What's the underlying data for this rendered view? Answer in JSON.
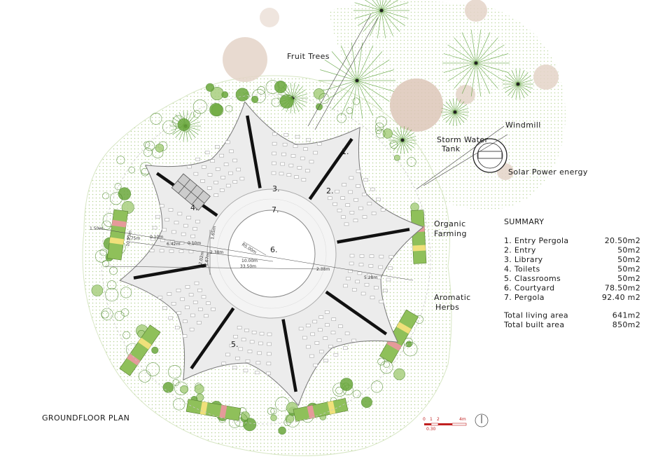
{
  "labels": {
    "fruit_trees": "Fruit Trees",
    "windmill": "Windmill",
    "storm_water_line1": "Storm Water",
    "storm_water_line2": "Tank",
    "solar": "Solar Power energy",
    "organic_line1": "Organic",
    "organic_line2": "Farming",
    "aromatic_line1": "Aromatic",
    "aromatic_line2": "Herbs",
    "plan_title": "GROUNDFLOOR PLAN"
  },
  "rooms": {
    "r1": "1.",
    "r2": "2.",
    "r3": "3.",
    "r4": "4.",
    "r5": "5.",
    "r6": "6.",
    "r7": "7."
  },
  "dimensions": {
    "d_1_50": "1.50m",
    "d_2_75": "2.75m",
    "d_0_10a": "0.10m",
    "d_6_42": "6.42m",
    "d_0_10b": "0.10m",
    "d_10_23": "10.23m",
    "d_1_65": "1.65m",
    "d_2_38a": "2.38m",
    "d_2_02": "2.02m",
    "d_1_67": "1.67m",
    "d_r5": "R5.00m",
    "d_10_00": "10.00m",
    "d_33_50": "33.50m",
    "d_2_38b": "2.38m",
    "d_5_28": "5.28m"
  },
  "summary": {
    "heading": "SUMMARY",
    "items": [
      {
        "label": "1. Entry Pergola",
        "value": "20.50m2"
      },
      {
        "label": "2. Entry",
        "value": "50m2"
      },
      {
        "label": "3. Library",
        "value": "50m2"
      },
      {
        "label": "4. Toilets",
        "value": "50m2"
      },
      {
        "label": "5. Classrooms",
        "value": "50m2"
      },
      {
        "label": "6. Courtyard",
        "value": "78.50m2"
      },
      {
        "label": "7. Pergola",
        "value": "92.40 m2"
      }
    ],
    "totals": [
      {
        "label": "Total living area",
        "value": "641m2"
      },
      {
        "label": "Total built area",
        "value": "850m2"
      }
    ]
  },
  "scale_bar": {
    "t0": "0",
    "t1": "1",
    "t2": "2",
    "t4": "4m",
    "sub": "0.30"
  },
  "colors": {
    "wall": "#111111",
    "floor": "#eeeeee",
    "greenery": "#9cc46a",
    "dots": "#c9dfa9",
    "tree_dark": "#4e9a2a",
    "tree_brown": "#d8c2b4"
  }
}
